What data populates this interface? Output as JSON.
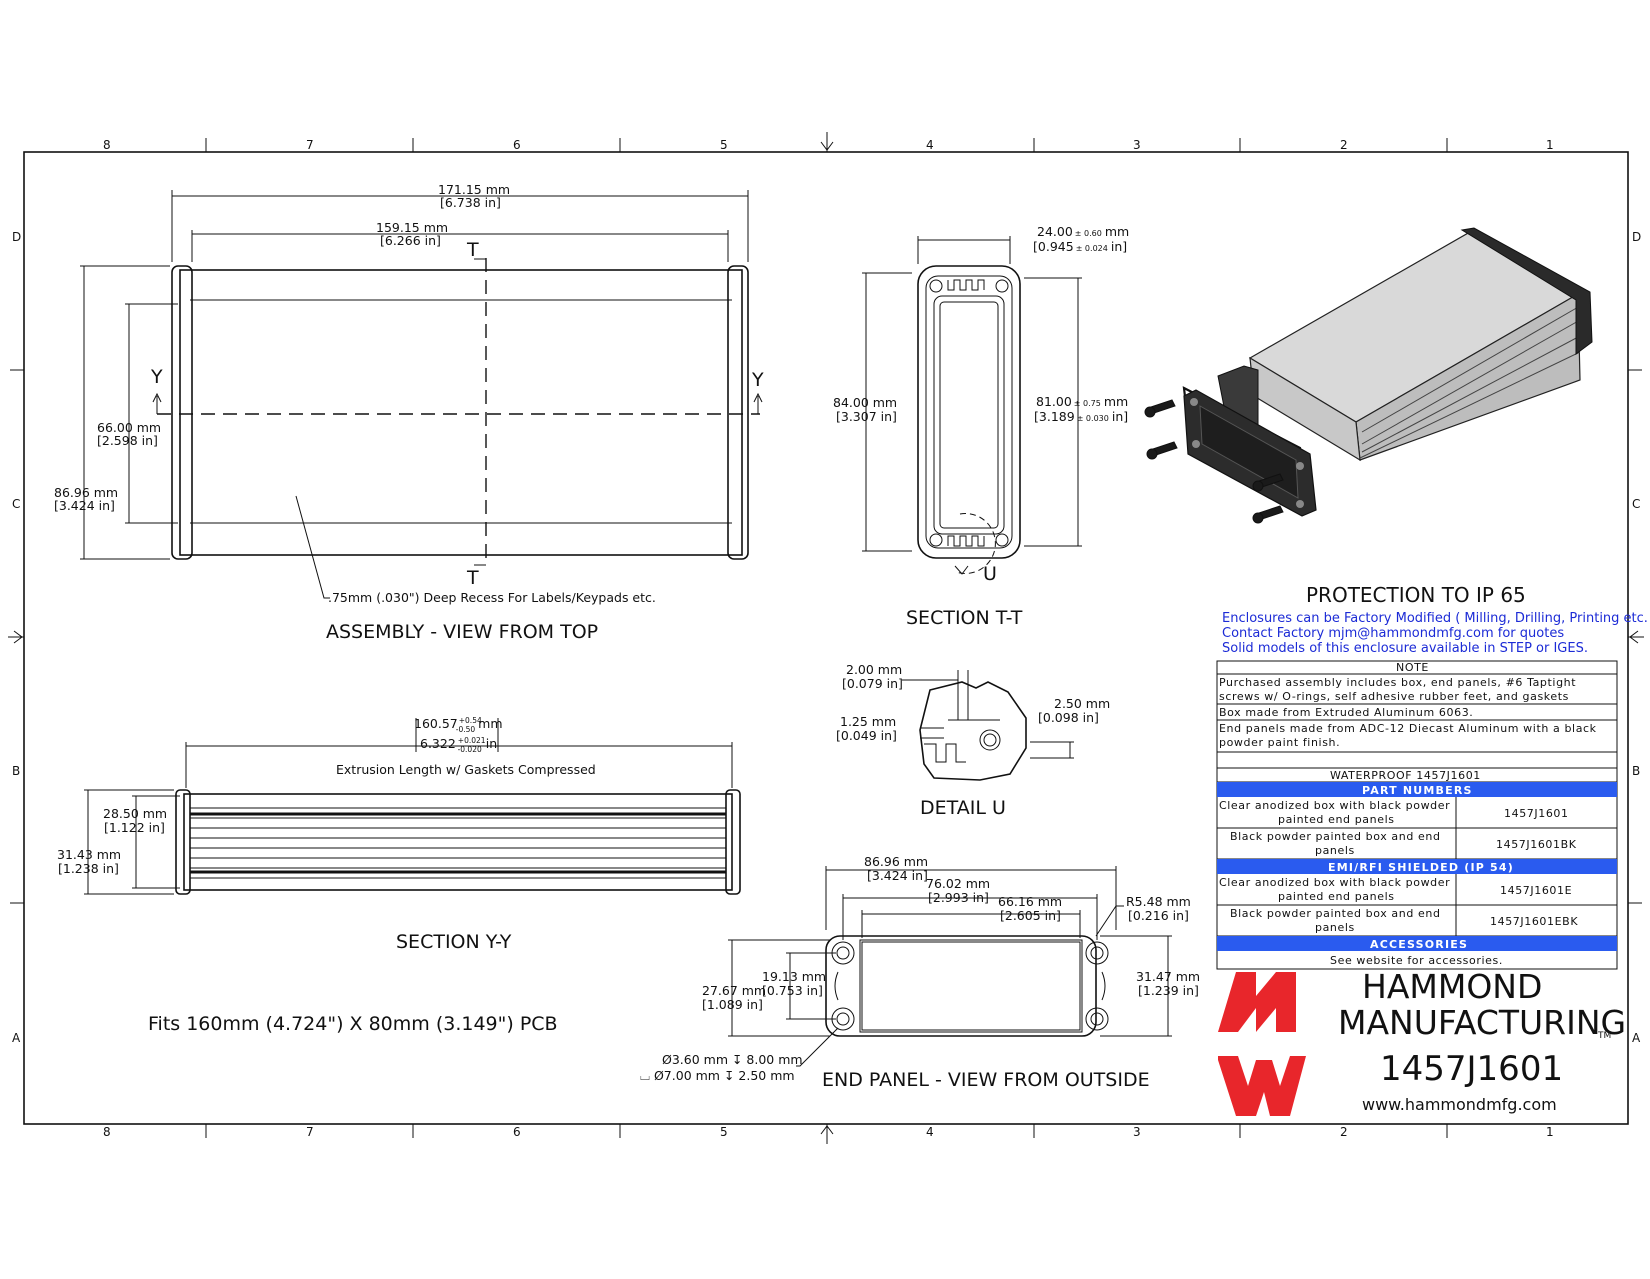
{
  "zones": {
    "columns": [
      "8",
      "7",
      "6",
      "5",
      "4",
      "3",
      "2",
      "1"
    ],
    "rows": [
      "D",
      "C",
      "B",
      "A"
    ]
  },
  "views": {
    "top": {
      "title": "ASSEMBLY - VIEW FROM TOP",
      "overall_mm": "171.15 mm",
      "overall_in": "[6.738 in]",
      "inner_mm": "159.15 mm",
      "inner_in": "[6.266 in]",
      "height_mm": "86.96 mm",
      "height_in": "[3.424 in]",
      "recess_mm": "66.00 mm",
      "recess_in": "[2.598 in]",
      "section_mark": "T",
      "yy_mark": "Y",
      "recess_note": ".75mm (.030\") Deep Recess For Labels/Keypads etc."
    },
    "section_tt": {
      "title": "SECTION  T-T",
      "width_mm": "24.00",
      "width_tol": "± 0.60",
      "width_unit": "mm",
      "width_in": "0.945",
      "width_in_tol": "± 0.024",
      "width_in_unit": "in]",
      "height_mm": "84.00 mm",
      "height_in": "[3.307 in]",
      "inner_mm": "81.00",
      "inner_tol": "± 0.75",
      "inner_unit": "mm",
      "inner_in": "3.189",
      "inner_in_tol": "± 0.030",
      "inner_in_unit": "in]",
      "detail_mark": "U"
    },
    "detail_u": {
      "title": "DETAIL  U",
      "d1_mm": "2.00 mm",
      "d1_in": "[0.079 in]",
      "d2_mm": "1.25 mm",
      "d2_in": "[0.049 in]",
      "d3_mm": "2.50 mm",
      "d3_in": "[0.098 in]"
    },
    "section_yy": {
      "title": "SECTION Y-Y",
      "length_mm": "160.57",
      "length_tol_up": "+0.54",
      "length_tol_dn": "-0.50",
      "length_unit": "mm",
      "length_in": "6.322",
      "length_in_tol_up": "+0.021",
      "length_in_tol_dn": "-0.020",
      "length_in_unit": "in",
      "length_note": "Extrusion Length w/ Gaskets Compressed",
      "h1_mm": "28.50 mm",
      "h1_in": "[1.122 in]",
      "h2_mm": "31.43 mm",
      "h2_in": "[1.238 in]"
    },
    "pcb_note": "Fits 160mm (4.724\") X 80mm (3.149\") PCB",
    "end_panel": {
      "title": "END PANEL - VIEW FROM OUTSIDE",
      "w1_mm": "86.96 mm",
      "w1_in": "[3.424 in]",
      "w2_mm": "76.02 mm",
      "w2_in": "[2.993 in]",
      "w3_mm": "66.16 mm",
      "w3_in": "[2.605 in]",
      "r_mm": "R5.48 mm",
      "r_in": "[0.216 in]",
      "h1_mm": "19.13 mm",
      "h1_in": "[0.753 in]",
      "h2_mm": "27.67 mm",
      "h2_in": "[1.089 in]",
      "h3_mm": "31.47 mm",
      "h3_in": "[1.239 in]",
      "hole1": "Ø3.60 mm ↧ 8.00 mm",
      "hole2": "⌴ Ø7.00 mm ↧ 2.50 mm"
    }
  },
  "info": {
    "protection": "PROTECTION TO IP 65",
    "line1": "Enclosures can be Factory Modified ( Milling, Drilling, Printing etc. )",
    "line2": "Contact Factory       mjm@hammondmfg.com for quotes",
    "line3": "Solid models of this enclosure available in STEP or IGES.",
    "color_blue": "#1c2bd6",
    "color_header": "#2a5bef"
  },
  "notes_table": {
    "header": "NOTE",
    "note1a": "Purchased assembly includes box, end panels, #6 Taptight",
    "note1b": "screws w/ O-rings, self adhesive rubber feet, and gaskets",
    "note2": "Box made from Extruded Aluminum 6063.",
    "note3a": "End panels made from ADC-12 Diecast Aluminum with a black",
    "note3b": "powder paint finish.",
    "waterproof": "WATERPROOF 1457J1601",
    "part_numbers": "PART NUMBERS",
    "p1_desc_a": "Clear anodized box with black powder",
    "p1_desc_b": "painted end panels",
    "p1_num": "1457J1601",
    "p2_desc_a": "Black powder painted box and end",
    "p2_desc_b": "panels",
    "p2_num": "1457J1601BK",
    "emi": "EMI/RFI SHIELDED (IP 54)",
    "p3_desc_a": "Clear anodized box with black powder",
    "p3_desc_b": "painted end panels",
    "p3_num": "1457J1601E",
    "p4_desc_a": "Black powder painted box and end",
    "p4_desc_b": "panels",
    "p4_num": "1457J1601EBK",
    "accessories": "ACCESSORIES",
    "acc_note": "See website for accessories."
  },
  "brand": {
    "line1": "HAMMOND",
    "line2": "MANUFACTURING",
    "tm": "TM",
    "part": "1457J1601",
    "url": "www.hammondmfg.com",
    "logo_color": "#e8262b"
  }
}
